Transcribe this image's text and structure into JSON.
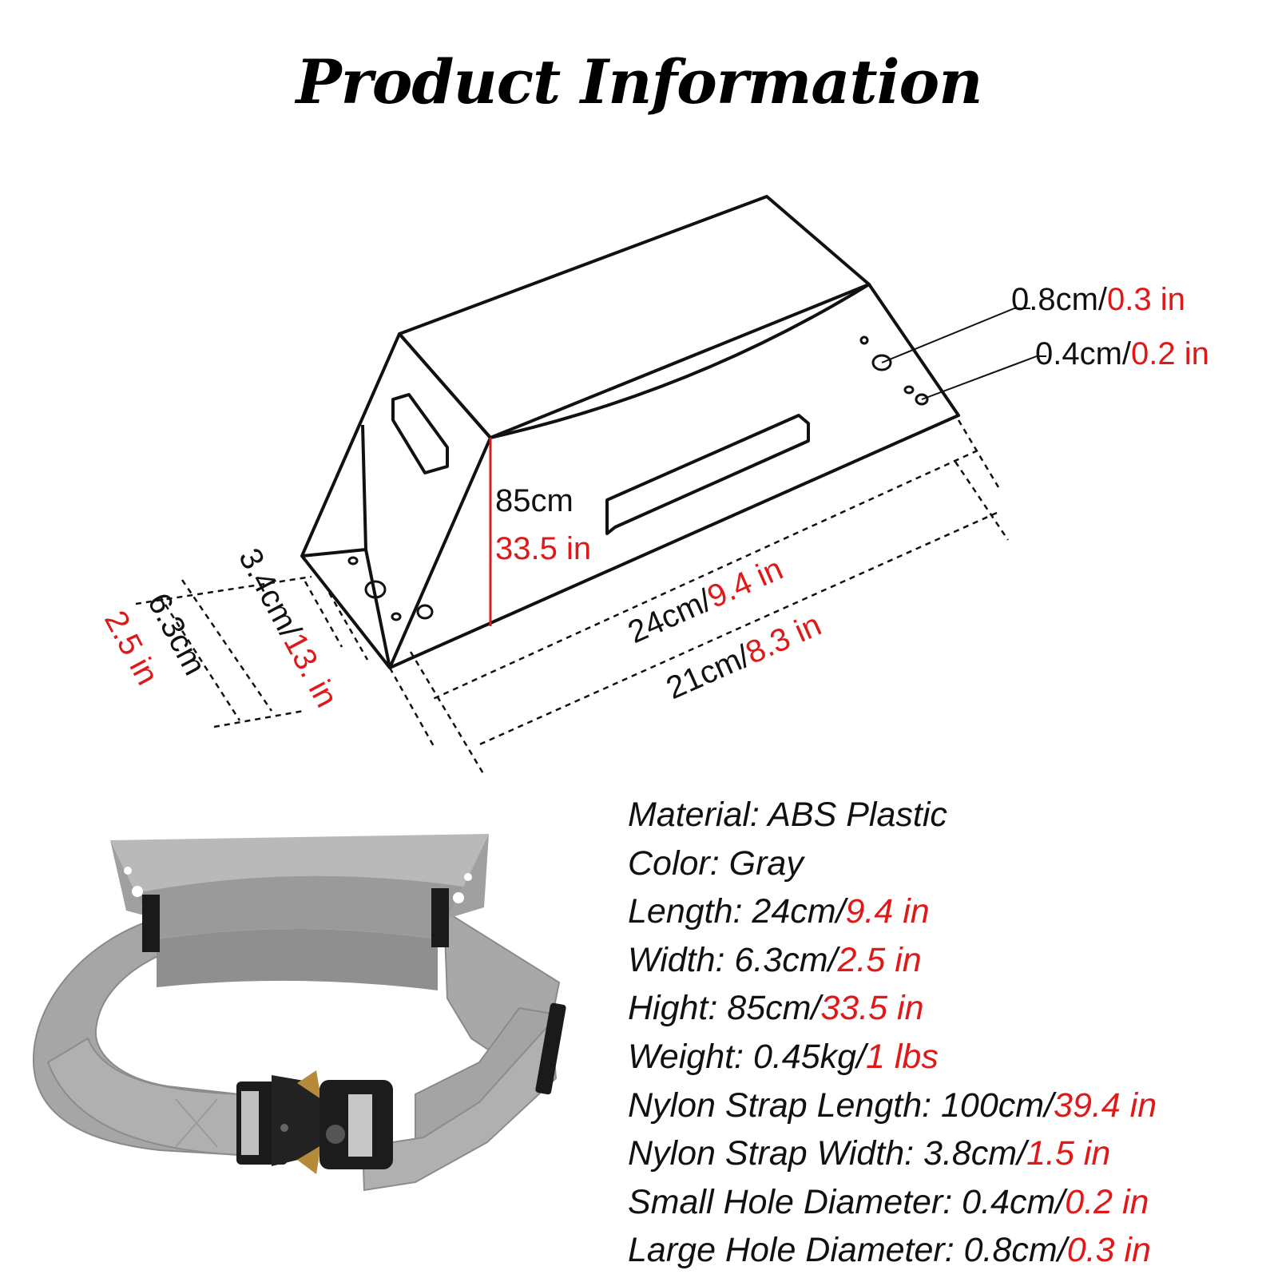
{
  "title": "Product Information",
  "colors": {
    "accent_red": "#e01818",
    "text": "#111111",
    "product_gray": "#9e9e9e"
  },
  "diagram": {
    "height_metric": "85cm",
    "height_imperial": "33.5 in",
    "large_hole_metric": "0.8cm/",
    "large_hole_imperial": "0.3 in",
    "small_hole_metric": "0.4cm/",
    "small_hole_imperial": "0.2 in",
    "length_outer_metric": "24cm/",
    "length_outer_imperial": "9.4 in",
    "length_inner_metric": "21cm/",
    "length_inner_imperial": "8.3 in",
    "depth_metric": "3.4cm/",
    "depth_imperial": "13. in",
    "width_metric": "6.3cm",
    "width_imperial": "2.5 in"
  },
  "specs": [
    {
      "label": "Material: ABS Plastic",
      "imperial": ""
    },
    {
      "label": "Color: Gray",
      "imperial": ""
    },
    {
      "label": "Length: 24cm/",
      "imperial": "9.4 in"
    },
    {
      "label": "Width: 6.3cm/",
      "imperial": "2.5 in"
    },
    {
      "label": "Hight: 85cm/",
      "imperial": "33.5 in"
    },
    {
      "label": "Weight: 0.45kg/",
      "imperial": "1 lbs"
    },
    {
      "label": "Nylon Strap Length: 100cm/",
      "imperial": "39.4 in"
    },
    {
      "label": "Nylon Strap Width: 3.8cm/",
      "imperial": "1.5 in"
    },
    {
      "label": "Small Hole Diameter: 0.4cm/",
      "imperial": "0.2 in"
    },
    {
      "label": "Large Hole Diameter: 0.8cm/",
      "imperial": "0.3 in"
    }
  ]
}
